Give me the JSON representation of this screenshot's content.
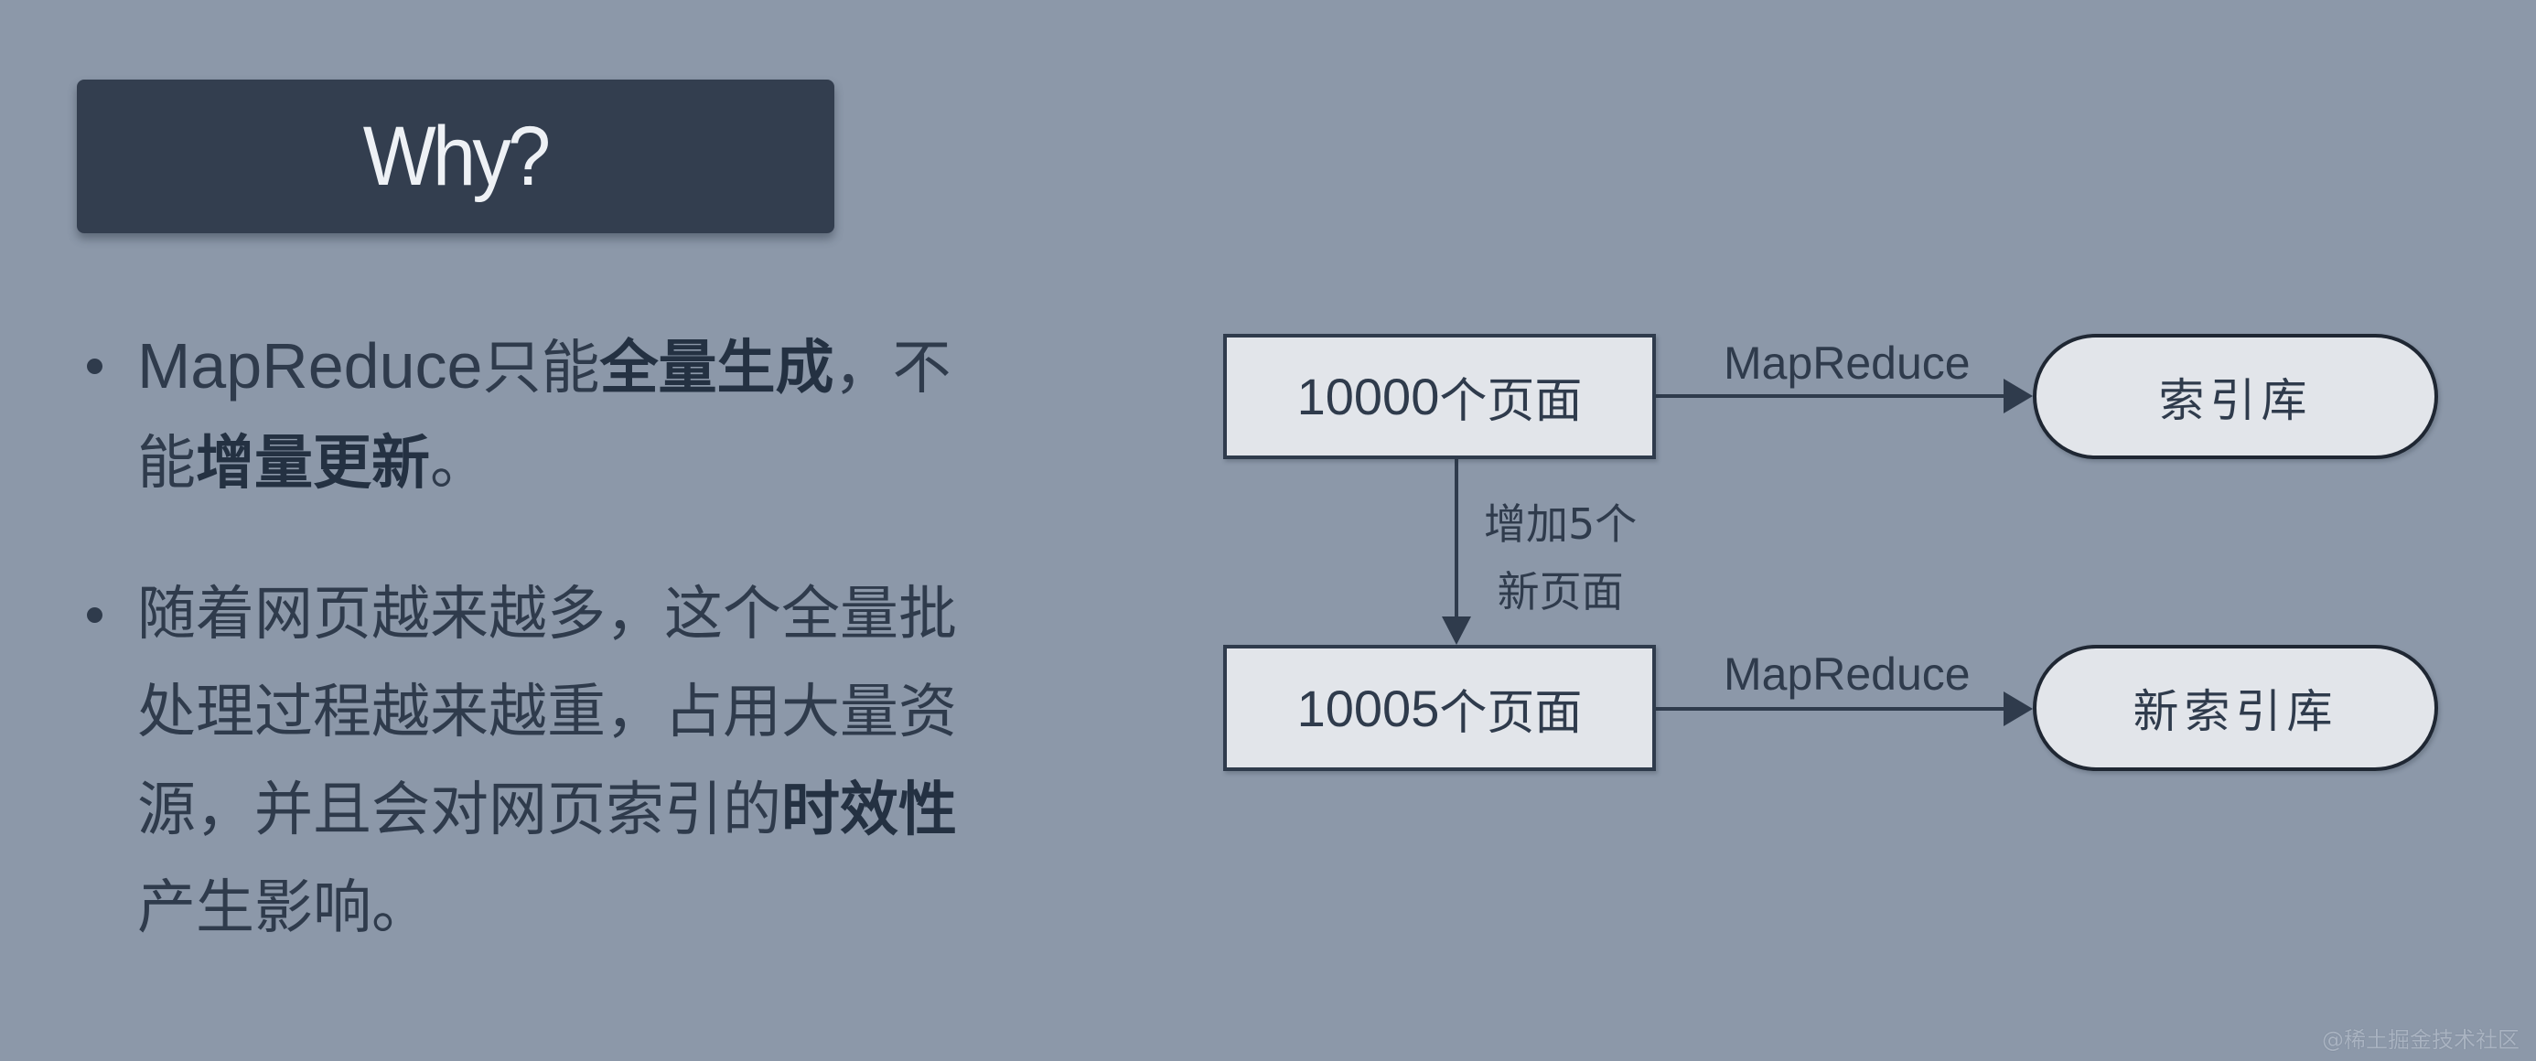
{
  "title": "Why?",
  "bullets": [
    {
      "lines": [
        [
          {
            "t": "MapReduce",
            "latin": true
          },
          {
            "t": "只能"
          },
          {
            "t": "全量生成",
            "bold": true
          },
          {
            "t": "，不"
          }
        ],
        [
          {
            "t": "能"
          },
          {
            "t": "增量更新",
            "bold": true
          },
          {
            "t": "。"
          }
        ]
      ],
      "full_text": "MapReduce只能全量生成，不能增量更新。"
    },
    {
      "lines": [
        [
          {
            "t": "随着网页越来越多，这个全量批"
          }
        ],
        [
          {
            "t": "处理过程越来越重，占用大量资"
          }
        ],
        [
          {
            "t": "源，并且会对网页索引的"
          },
          {
            "t": "时效性",
            "bold": true
          }
        ],
        [
          {
            "t": "产生影响。"
          }
        ]
      ],
      "full_text": "随着网页越来越多，这个全量批处理过程越来越重，占用大量资源，并且会对网页索引的时效性产生影响。"
    }
  ],
  "diagram": {
    "nodes": {
      "pages_old": {
        "number": "10000",
        "suffix": "个页面"
      },
      "index_old": {
        "label": "索引库"
      },
      "pages_new": {
        "number": "10005",
        "suffix": "个页面"
      },
      "index_new": {
        "label": "新索引库"
      }
    },
    "edges": {
      "top_label": "MapReduce",
      "bottom_label": "MapReduce",
      "vertical_label_line1": "增加5个",
      "vertical_label_line2": "新页面"
    }
  },
  "watermark": "@稀土掘金技术社区",
  "colors": {
    "background": "#8c98a9",
    "title_box": "#333e4f",
    "text": "#2f3b4c",
    "node_fill": "#e2e5ea"
  }
}
